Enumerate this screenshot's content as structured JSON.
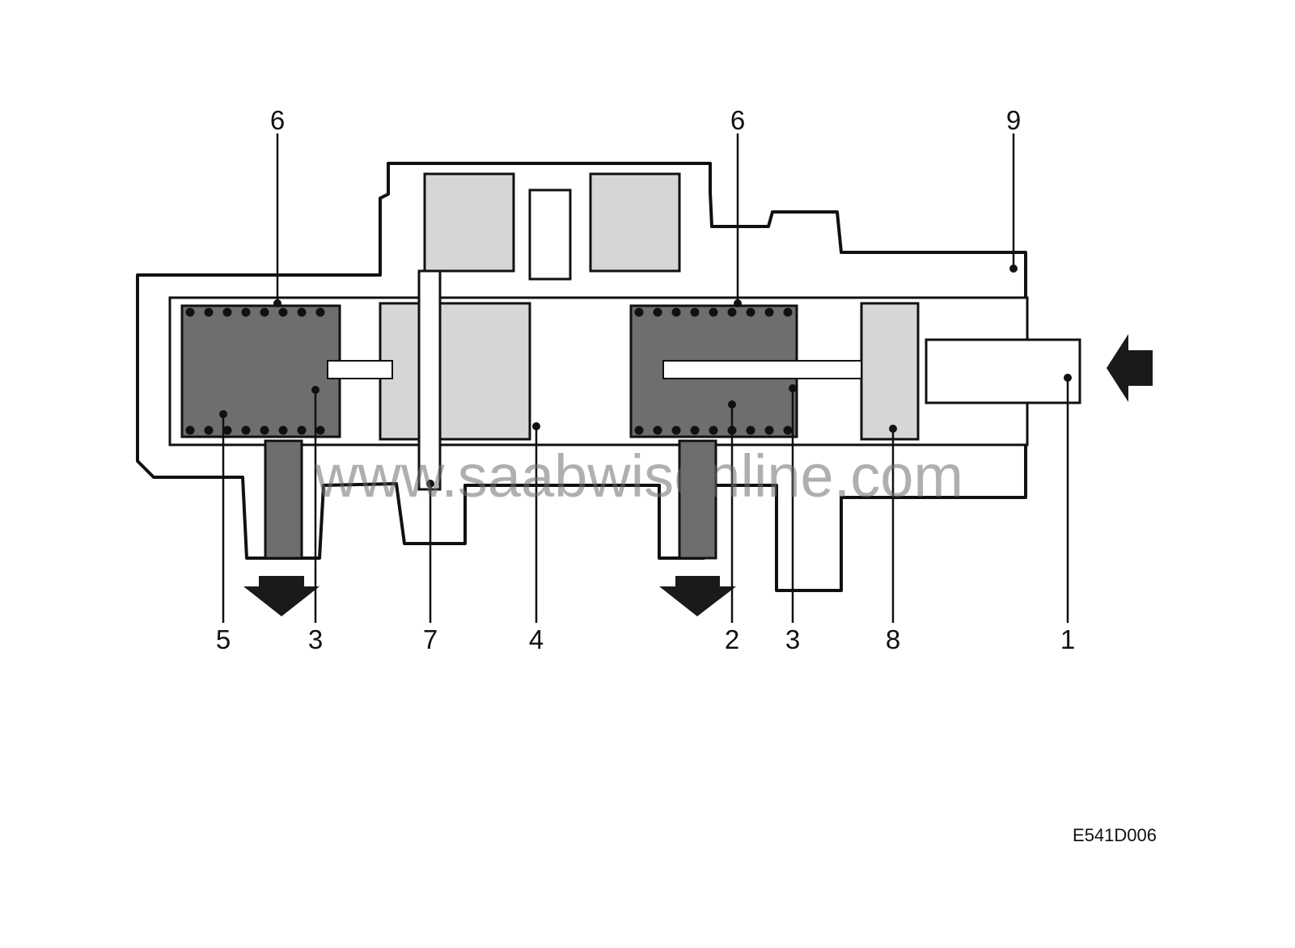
{
  "diagram": {
    "callouts_top": [
      "6",
      "6",
      "9"
    ],
    "callouts_bottom": [
      "5",
      "3",
      "7",
      "4",
      "2",
      "3",
      "8",
      "1"
    ],
    "figure_code": "E541D006",
    "watermark": "www.saabwisonline.com"
  },
  "colors": {
    "line": "#111111",
    "light_part": "#d6d6d6",
    "dark_part": "#6e6e6e",
    "arrow": "#1a1a1a"
  }
}
